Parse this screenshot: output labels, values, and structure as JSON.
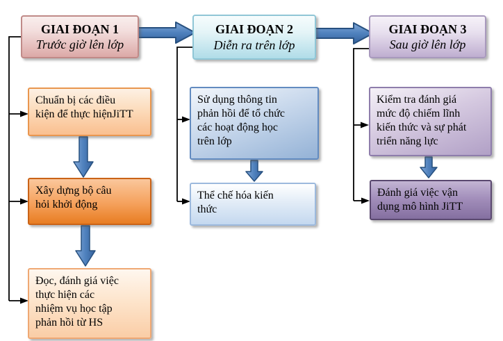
{
  "columns": [
    {
      "header": {
        "title": "GIAI ĐOẠN 1",
        "subtitle": "Trước giờ lên lớp"
      },
      "boxes": [
        {
          "text": "Chuẩn bị các điều\nkiện để thực hiệnJiTT"
        },
        {
          "text": "Xây dựng bộ câu\nhỏi khởi động"
        },
        {
          "text": "Đọc, đánh giá việc\nthực hiện các\nnhiệm vụ học tập\nphản hồi từ HS"
        }
      ]
    },
    {
      "header": {
        "title": "GIAI ĐOẠN 2",
        "subtitle": "Diễn ra trên lớp"
      },
      "boxes": [
        {
          "text": "Sử dụng thông tin\nphản hồi để tổ chức\ncác hoạt động học\ntrên lớp"
        },
        {
          "text": "Thể chế hóa kiến\nthức"
        }
      ]
    },
    {
      "header": {
        "title": "GIAI ĐOẠN 3",
        "subtitle": "Sau giờ lên lớp"
      },
      "boxes": [
        {
          "text": "Kiểm tra đánh giá\nmức độ chiếm lĩnh\nkiến thức và sự phát\ntriển năng lực"
        },
        {
          "text": "Đánh giá việc vận\ndụng mô hình JiTT"
        }
      ]
    }
  ],
  "palette": {
    "phase1_header_fill": "#dca9a7",
    "phase2_header_fill": "#b0dce8",
    "phase3_header_fill": "#bfaed0",
    "orange_light": "#fabf8f",
    "orange_strong": "#e87d22",
    "blue_box": "#94b2d6",
    "blue_box_light": "#c4d8ef",
    "purple_box": "#b1a0c6",
    "purple_box_dark": "#846fa0",
    "flow_arrow_blue": "#4f81bd",
    "connector_black": "#000000"
  }
}
